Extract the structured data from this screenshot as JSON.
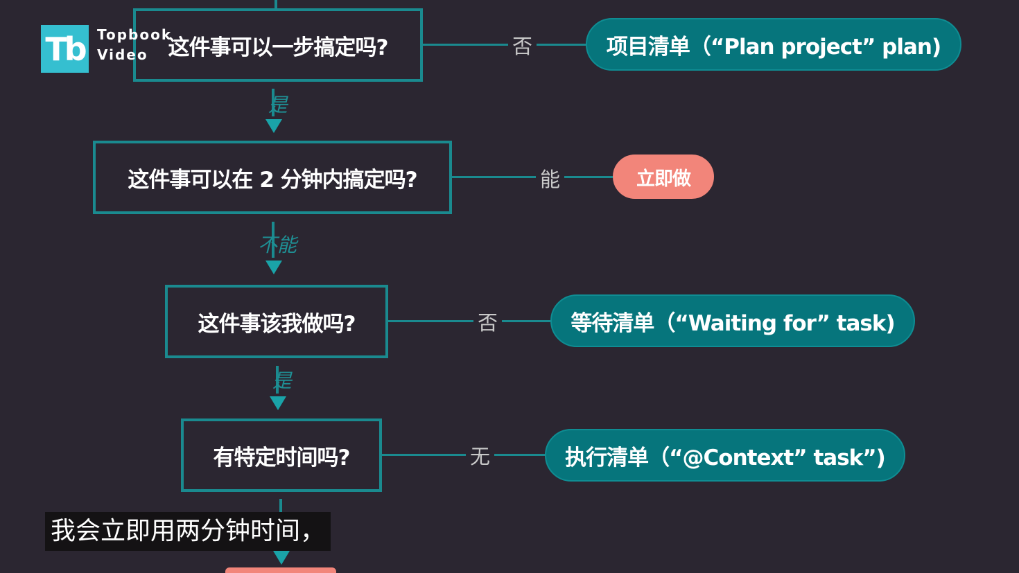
{
  "logo": {
    "mark": "Tb",
    "line1": "Topbook",
    "line2": "Video"
  },
  "flowchart": {
    "questions": [
      "这件事可以一步搞定吗?",
      "这件事可以在 2 分钟内搞定吗?",
      "这件事该我做吗?",
      "有特定时间吗?"
    ],
    "down_labels": [
      "是",
      "不能",
      "是"
    ],
    "side_labels": [
      "否",
      "能",
      "否",
      "无"
    ],
    "outcomes": [
      "项目清单（“Plan project” plan)",
      "立即做",
      "等待清单（“Waiting for” task)",
      "执行清单（“@Context” task”)"
    ]
  },
  "colors": {
    "background": "#2b2631",
    "teal_border": "#1a8a8f",
    "teal_pill": "#06757c",
    "action_pill": "#f2857a"
  },
  "subtitle": "我会立即用两分钟时间，"
}
